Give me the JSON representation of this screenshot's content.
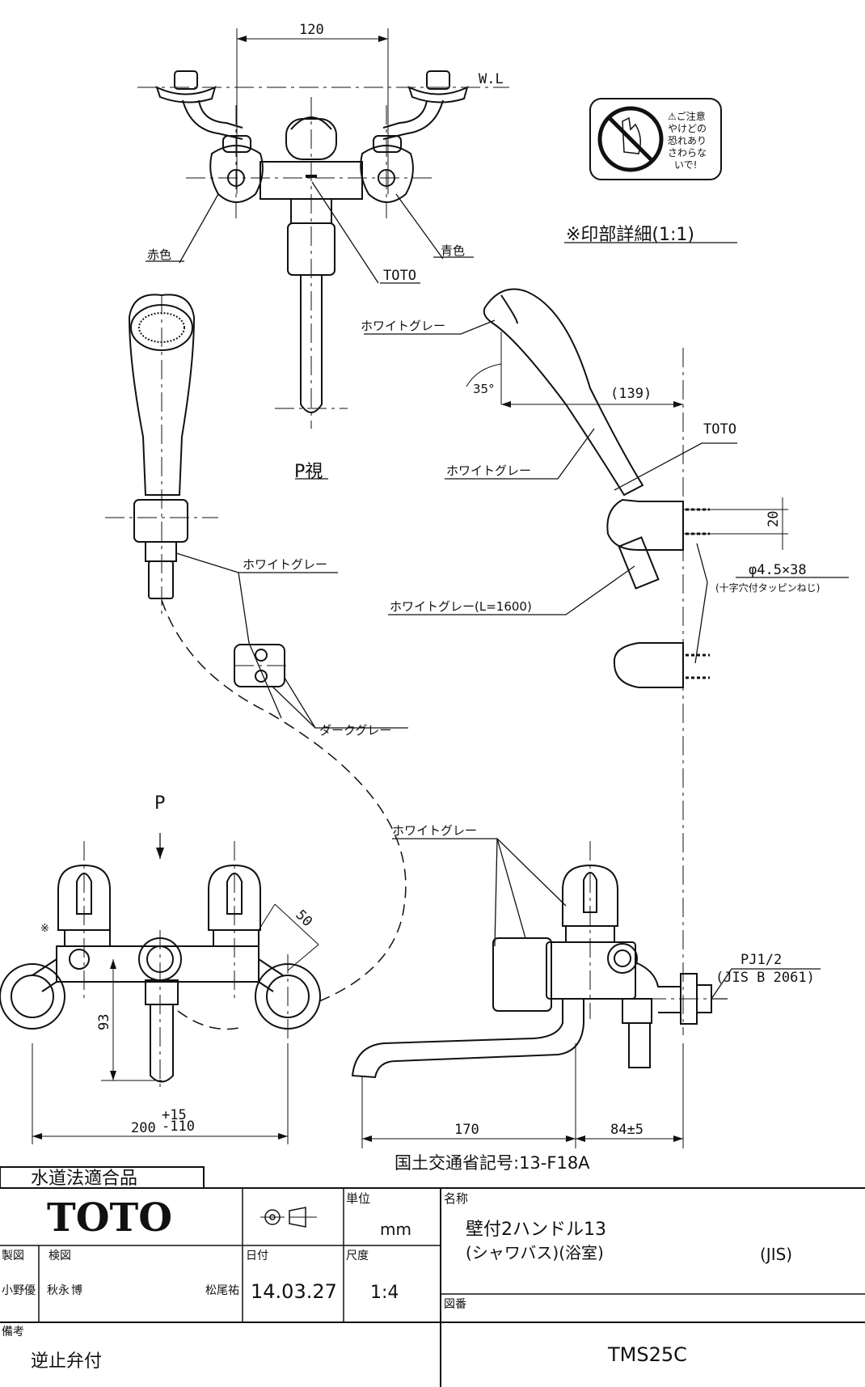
{
  "dimensions": {
    "top_width": "120",
    "wl": "W.L",
    "angle": "35°",
    "holder_offset": "(139)",
    "bracket_spacing": "20",
    "screw": "φ4.5×38",
    "screw_note": "(十字穴付タッピンねじ)",
    "handle_offset": "50",
    "spout_height": "93",
    "base_width": "200",
    "tol_plus": "+15",
    "tol_minus": "-110",
    "spout_length": "170",
    "side_offset": "84±5",
    "pipe_thread": "PJ1/2",
    "pipe_std": "(JIS B 2061)"
  },
  "labels": {
    "red": "赤色",
    "blue": "青色",
    "toto_top": "TOTO",
    "toto_side": "TOTO",
    "white_gray_head": "ホワイトグレー",
    "white_gray_handle": "ホワイトグレー",
    "white_gray_left": "ホワイトグレー",
    "white_gray_hose": "ホワイトグレー(L=1600)",
    "white_gray_side": "ホワイトグレー",
    "dark_gray": "ダークグレー",
    "p_view": "P視",
    "p_arrow": "P",
    "print_detail": "※印部詳細(1:1)",
    "asterisk": "※",
    "mlit": "国土交通省記号:13-F18A"
  },
  "caution": {
    "title": "⚠ご注意",
    "lines": [
      "やけどの",
      "恐れあり",
      "さわらな",
      "いで!"
    ]
  },
  "titleblock": {
    "water_law": "水道法適合品",
    "logo": "TOTO",
    "unit_label": "単位",
    "unit_value": "mm",
    "name_label": "名称",
    "name_line1": "壁付2ハンドル13",
    "name_line2": "(シャワバス)(浴室)",
    "name_jis": "(JIS)",
    "drawn_label": "製図",
    "check_label": "検図",
    "date_label": "日付",
    "date_value": "14.03.27",
    "scale_label": "尺度",
    "scale_value": "1:4",
    "drawn_sig": "小野",
    "drawn_stamp": "優",
    "check_sig": "秋永",
    "check_stamp": "博",
    "approve_sig": "松尾",
    "approve_stamp": "祐",
    "drawing_no_label": "図番",
    "drawing_no": "TMS25C",
    "remarks_label": "備考",
    "remarks_value": "逆止弁付"
  }
}
